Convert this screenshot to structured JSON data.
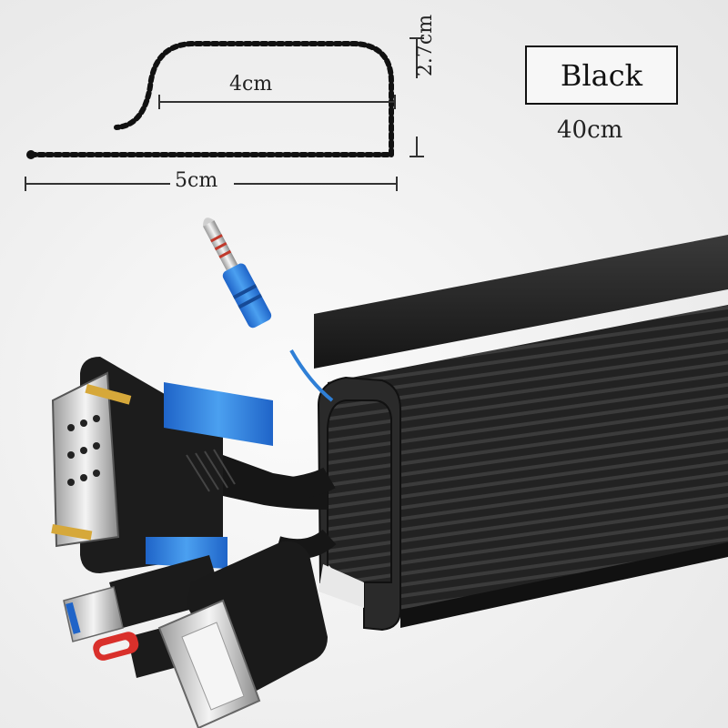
{
  "diagram": {
    "inner_width_label": "4cm",
    "outer_width_label": "5cm",
    "height_label": "2.7cm"
  },
  "product": {
    "color_label": "Black",
    "length_label": "40cm"
  },
  "colors": {
    "channel": "#1e1e1e",
    "connector_blue": "#2f7fd6",
    "usb_blue": "#1f64c8",
    "usbc_red": "#d9302b",
    "gold_pin": "#d6a83a"
  },
  "icons": [
    "cable-raceway-profile",
    "vga-connector",
    "audio-jack",
    "usb-a-connector",
    "usb-c-connector",
    "hdmi-connector"
  ]
}
